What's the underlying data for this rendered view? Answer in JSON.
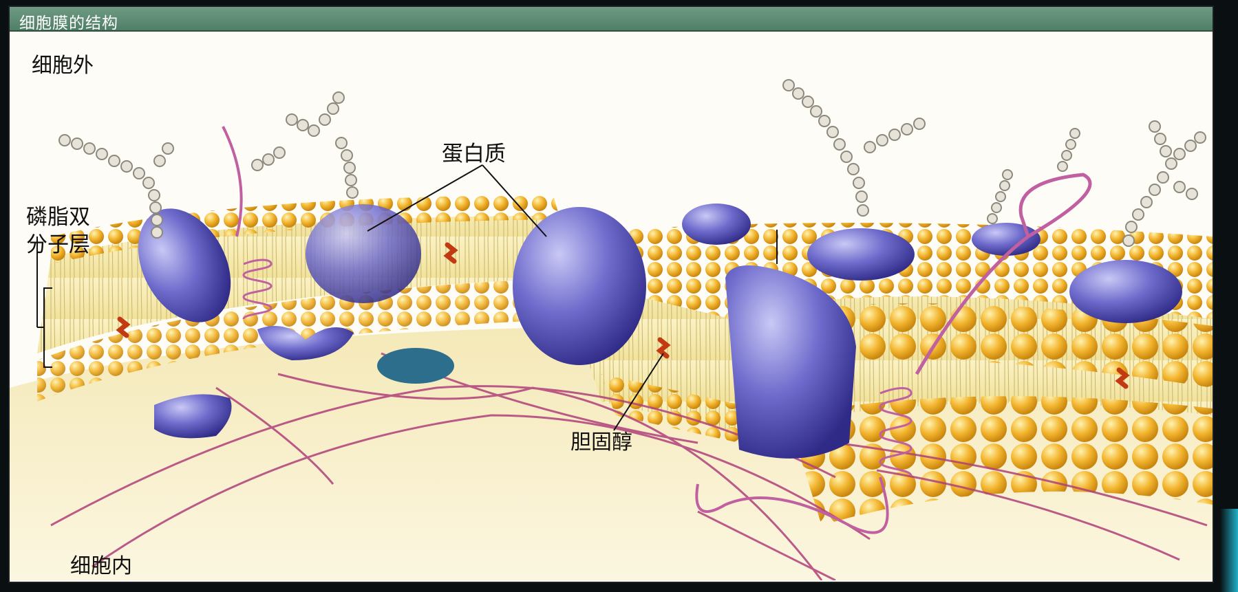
{
  "title": "细胞膜的结构",
  "labels": {
    "outside": "细胞外",
    "inside": "细胞内",
    "protein": "蛋白质",
    "cholesterol": "胆固醇",
    "bilayer_line1": "磷脂双",
    "bilayer_line2": "分子层"
  },
  "colors": {
    "title_bar": "#5b8a71",
    "lipid_head": "#f2b230",
    "lipid_tail": "#f4e6a0",
    "protein": "#6f6cc8",
    "protein_dark": "#3f3a9c",
    "fiber": "#b0407a",
    "carbohydrate": "#bdb7aa",
    "cholesterol": "#c23a12"
  }
}
